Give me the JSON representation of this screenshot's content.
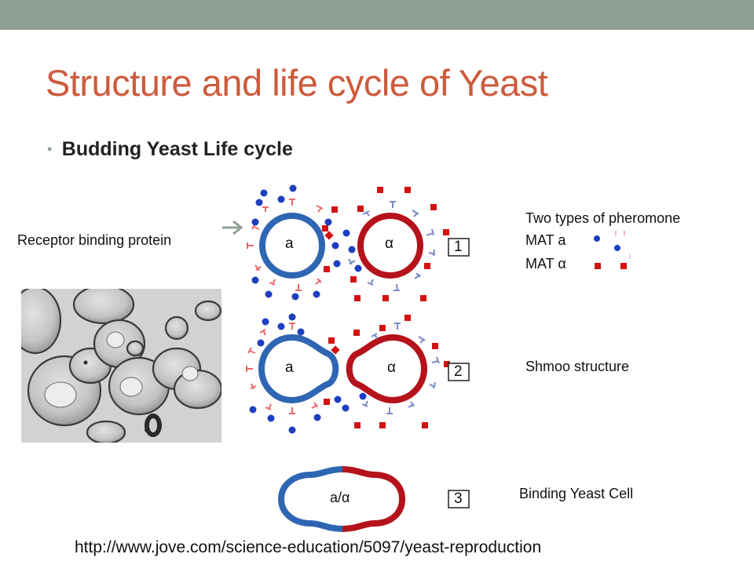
{
  "slide": {
    "title": "Structure and life cycle of Yeast",
    "bullet": "Budding Yeast Life cycle",
    "source_url": "http://www.jove.com/science-education/5097/yeast-reproduction",
    "accent_color": "#8f9f94",
    "title_color": "#cd5b3c"
  },
  "labels": {
    "receptor": "Receptor binding protein",
    "pheromone_heading": "Two types of pheromone",
    "mat_a": "MAT a",
    "mat_alpha": "MAT α",
    "shmoo": "Shmoo structure",
    "binding": "Binding Yeast Cell"
  },
  "diagram": {
    "cell_a_label": "a",
    "cell_alpha_label": "α",
    "fused_label": "a/α",
    "steps": [
      "1",
      "2",
      "3"
    ],
    "colors": {
      "mat_a": "#2f66b3",
      "mat_alpha": "#b5121b",
      "arrow": "#8f9f94"
    }
  }
}
